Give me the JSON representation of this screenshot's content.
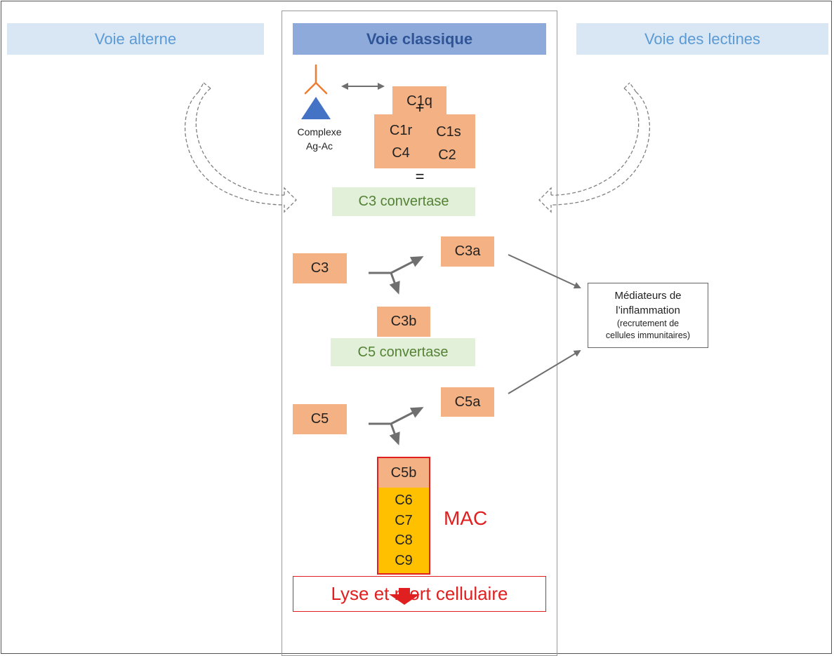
{
  "pathways": {
    "alternative": "Voie alterne",
    "classical": "Voie classique",
    "lectin": "Voie des lectines"
  },
  "antigen_antibody": {
    "line1": "Complexe",
    "line2": "Ag-Ac"
  },
  "classical_components": {
    "c1q": "C1q",
    "plus": "+",
    "c1r": "C1r",
    "c1s": "C1s",
    "c4": "C4",
    "c2": "C2",
    "equals": "=",
    "c3_convertase": "C3 convertase"
  },
  "cascade": {
    "c3": "C3",
    "c3a": "C3a",
    "c3b": "C3b",
    "c5_convertase": "C5 convertase",
    "c5": "C5",
    "c5a": "C5a",
    "c5b": "C5b",
    "mac_components": [
      "C6",
      "C7",
      "C8",
      "C9"
    ],
    "mac_label": "MAC"
  },
  "mediators": {
    "line1": "Médiateurs de",
    "line2": "l’inflammation",
    "line3": "(recrutement de",
    "line4": "cellules immunitaires)"
  },
  "outcome": "Lyse et mort cellulaire",
  "colors": {
    "pathway_header_bg": "#d9e6f4",
    "pathway_header_text": "#5b9bd5",
    "classical_header_bg": "#8eaadb",
    "classical_header_text": "#2f5597",
    "component": "#f4b183",
    "convertase_bg": "#e2f0d9",
    "convertase_text": "#548235",
    "mac_fill": "#ffc000",
    "alert_red": "#e02020",
    "antibody": "#ed7d31",
    "antigen": "#4472c4",
    "arrow": "#6f6f6f"
  }
}
